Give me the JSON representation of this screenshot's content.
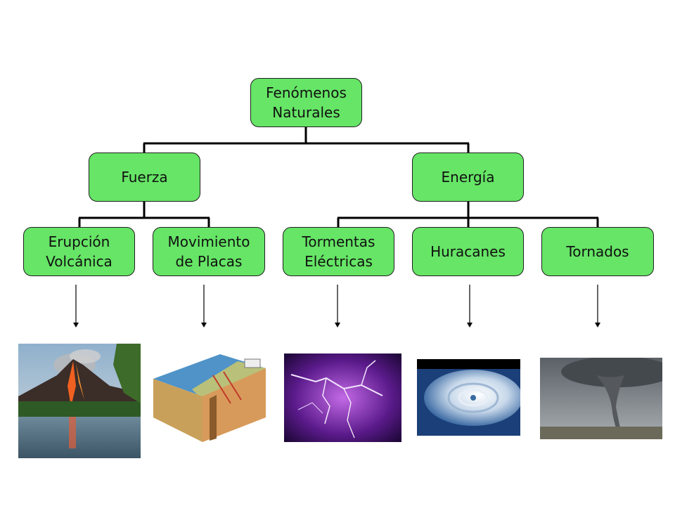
{
  "diagram": {
    "root": "Fenómenos\nNaturales",
    "branches": {
      "fuerza": "Fuerza",
      "energia": "Energía"
    },
    "leaves": {
      "erupcion": "Erupción\nVolcánica",
      "placas": "Movimiento\nde Placas",
      "tormentas": "Tormentas\nEléctricas",
      "huracanes": "Huracanes",
      "tornados": "Tornados"
    },
    "images": [
      "volcano-image",
      "tectonic-plates-image",
      "lightning-storm-image",
      "hurricane-image",
      "tornado-image"
    ]
  },
  "colors": {
    "node_fill": "#66e566",
    "line": "#000000"
  }
}
